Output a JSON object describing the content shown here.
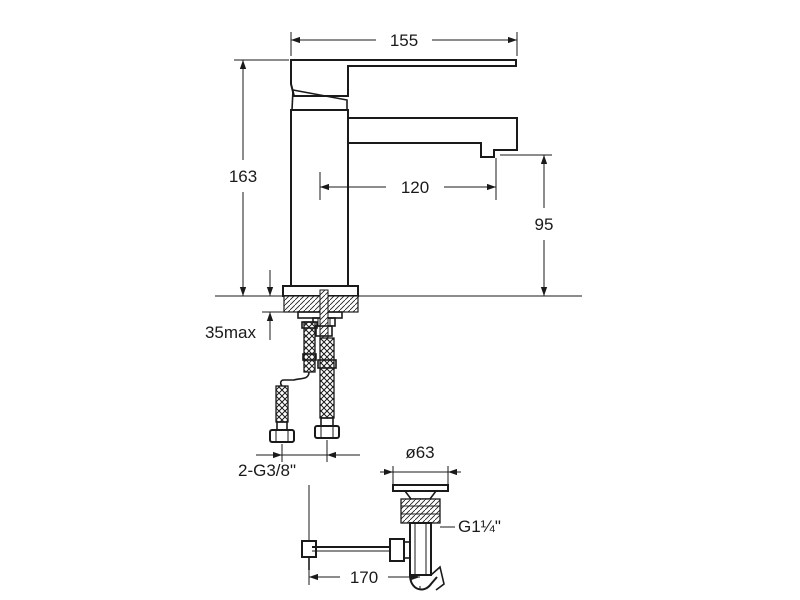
{
  "diagram": {
    "dimensions": {
      "total_length": "155",
      "total_height": "163",
      "spout_reach": "120",
      "spout_height": "95",
      "max_deck_thickness": "35max",
      "hose_connection": "2-G3/8\"",
      "waste_diameter": "ø63",
      "waste_thread": "G1¼\"",
      "waste_reach": "170"
    }
  }
}
